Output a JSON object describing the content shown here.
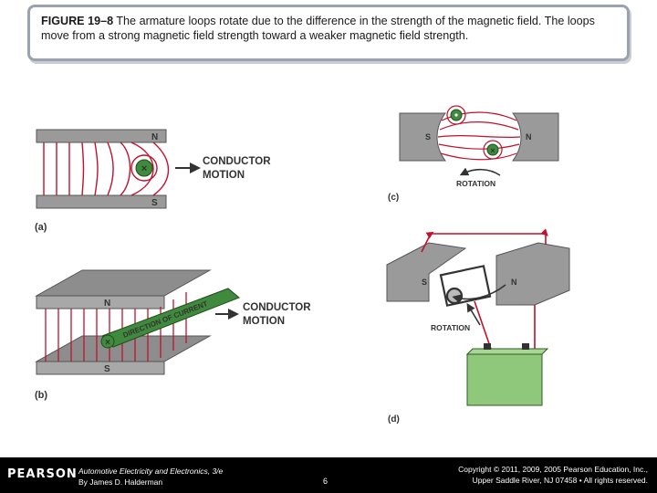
{
  "caption": {
    "figure_label": "FIGURE 19–8",
    "text": " The armature loops rotate due to the difference in the strength of the magnetic field. The loops move from a strong magnetic field strength toward a weaker magnetic field strength."
  },
  "panel_a": {
    "pole_n": "N",
    "pole_s": "S",
    "motion_line1": "CONDUCTOR",
    "motion_line2": "MOTION",
    "label": "(a)"
  },
  "panel_b": {
    "pole_n": "N",
    "pole_s": "S",
    "current_text": "DIRECTION OF CURRENT",
    "motion_line1": "CONDUCTOR",
    "motion_line2": "MOTION",
    "label": "(b)"
  },
  "panel_c": {
    "pole_s": "S",
    "pole_n": "N",
    "rotation": "ROTATION",
    "label": "(c)"
  },
  "panel_d": {
    "pole_s": "S",
    "pole_n": "N",
    "rotation": "ROTATION",
    "label": "(d)"
  },
  "footer": {
    "logo": "PEARSON",
    "book_title": "Automotive Electricity and Electronics, 3/e",
    "book_author": "By James D. Halderman",
    "page_number": "6",
    "copyright_line1": "Copyright © 2011, 2009, 2005 Pearson Education, Inc.,",
    "copyright_line2": "Upper Saddle River, NJ 07458 • All rights reserved."
  },
  "colors": {
    "field_line": "#c0122c",
    "pole_gray": "#9a9a9a",
    "conductor_green": "#3f8a3c",
    "battery_green": "#8fc87a"
  }
}
